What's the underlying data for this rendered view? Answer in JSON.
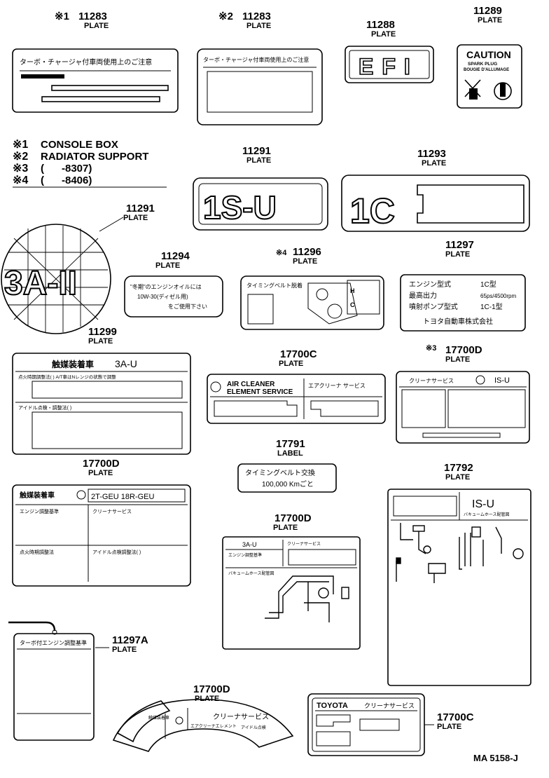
{
  "footer_code": "MA 5158-J",
  "notes": [
    {
      "mark": "※1",
      "text": "CONSOLE BOX"
    },
    {
      "mark": "※2",
      "text": "RADIATOR SUPPORT"
    },
    {
      "mark": "※3",
      "text": "(      -8307)"
    },
    {
      "mark": "※4",
      "text": "(      -8406)"
    }
  ],
  "parts": {
    "p1": {
      "mark": "※1",
      "number": "11283",
      "kind": "PLATE",
      "plate_text": "ターボ・チャージャ付車両使用上のご注意"
    },
    "p2": {
      "mark": "※2",
      "number": "11283",
      "kind": "PLATE",
      "plate_text": "ターボ・チャージャ付車両使用上のご注意"
    },
    "p3": {
      "number": "11288",
      "kind": "PLATE",
      "plate_text": "EFI"
    },
    "p4": {
      "number": "11289",
      "kind": "PLATE",
      "plate_title": "CAUTION",
      "plate_line1": "SPARK PLUG",
      "plate_line2": "BOUGIE D'ALLUMAGE"
    },
    "p5": {
      "number": "11291",
      "kind": "PLATE",
      "plate_text": "1S-U"
    },
    "p6": {
      "number": "11293",
      "kind": "PLATE",
      "plate_text": "1C"
    },
    "p7": {
      "number": "11291",
      "kind": "PLATE",
      "plate_text": "3A-II"
    },
    "p8": {
      "number": "11294",
      "kind": "PLATE",
      "line1": "\"冬期\"のエンジンオイルには",
      "line2": "10W-30(ディゼル用)",
      "line3": "をご使用下さい"
    },
    "p9": {
      "mark": "※4",
      "number": "11296",
      "kind": "PLATE",
      "plate_text": "タイミングベルト脱着"
    },
    "p10": {
      "number": "11297",
      "kind": "PLATE",
      "r1l": "エンジン型式",
      "r1v": "1C型",
      "r2l": "最高出力",
      "r2v": "65ps/4500rpm",
      "r3l": "噴射ポンプ型式",
      "r3v": "1C-1型",
      "maker": "トヨタ自動車株式会社"
    },
    "p11": {
      "number": "11299",
      "kind": "PLATE",
      "title": "触媒装着車",
      "engine": "3A-U",
      "sec1": "点火時期調整法(      )   A/T車はNレンジの状態で調整",
      "sec2": "アイドル点検・調整法(      )"
    },
    "p12": {
      "number": "17700C",
      "kind": "PLATE",
      "line1": "AIR CLEANER",
      "line2": "ELEMENT SERVICE",
      "jp": "エアクリーナ サービス"
    },
    "p13": {
      "mark": "※3",
      "number": "17700D",
      "kind": "PLATE",
      "jp": "クリーナサービス",
      "engine": "IS-U"
    },
    "p14": {
      "number": "17791",
      "kind": "LABEL",
      "line1": "タイミングベルト交換",
      "line2": "100,000 Kmごと"
    },
    "p15": {
      "number": "17700D",
      "kind": "PLATE",
      "title": "触媒装着車",
      "engine": "2T-GEU  18R-GEU",
      "c1": "エンジン調整基準",
      "c2": "クリーナサービス",
      "c3": "点火時期調整法",
      "c4": "アイドル点検調整法(      )"
    },
    "p16": {
      "number": "17700D",
      "kind": "PLATE",
      "engine": "3A-U",
      "jp": "クリーナサービス",
      "sub": "エンジン調整基準",
      "hose": "バキュームホース配管図"
    },
    "p17": {
      "number": "17792",
      "kind": "PLATE",
      "engine": "IS-U",
      "sub": "バキュームホース配管図"
    },
    "p18": {
      "number": "11297A",
      "kind": "PLATE",
      "plate_text": "ターボ付エンジン調整基準"
    },
    "p19": {
      "number": "17700D",
      "kind": "PLATE",
      "t1": "触媒装着車",
      "t2": "クリーナサービス",
      "t3": "エアクリーナエレメント",
      "t4": "アイドル点検"
    },
    "p20": {
      "number": "17700C",
      "kind": "PLATE",
      "brand": "TOYOTA",
      "jp": "クリーナサービス"
    }
  }
}
